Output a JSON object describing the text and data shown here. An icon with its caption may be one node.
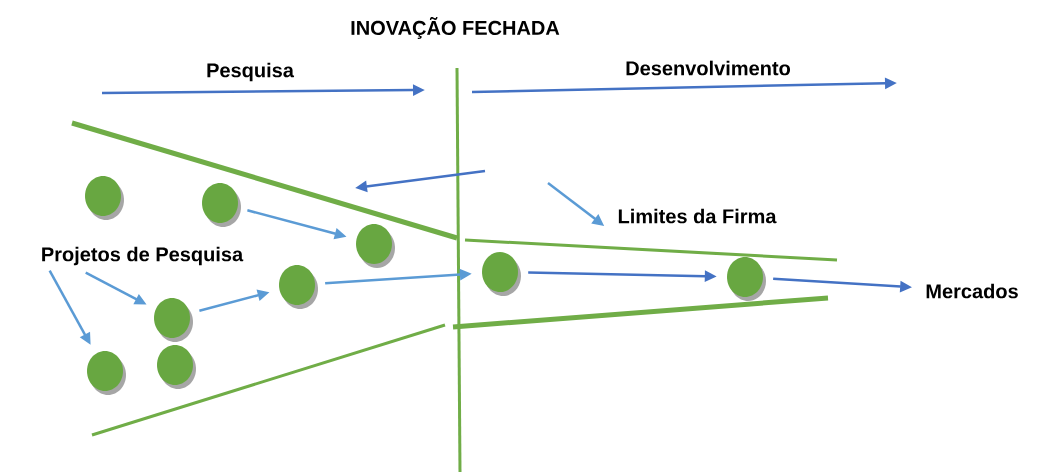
{
  "diagram": {
    "title": "INOVAÇÃO FECHADA",
    "nodes": [
      {
        "text": [],
        "shape": "circle"
      },
      {
        "text": [],
        "shape": "circle"
      },
      {
        "text": [
          "Limites da Firma"
        ]
      },
      {
        "text": [],
        "shape": "circle"
      },
      {
        "text": [
          "Projetos de Pesquisa"
        ]
      },
      {
        "text": [],
        "shape": "circle"
      },
      {
        "text": [],
        "shape": "circle"
      },
      {
        "text": [],
        "shape": "circle"
      },
      {
        "text": [
          "Mercados"
        ]
      },
      {
        "text": [],
        "shape": "circle"
      },
      {
        "text": [],
        "shape": "circle"
      },
      {
        "text": [],
        "shape": "circle"
      }
    ],
    "edges": [
      {
        "from": 1,
        "to": 3,
        "arrow": "to"
      },
      {
        "from": null,
        "to": 2,
        "arrow": "to"
      },
      {
        "from": 4,
        "to": 9,
        "arrow": "to"
      },
      {
        "from": 4,
        "to": 11,
        "arrow": "to"
      },
      {
        "from": 9,
        "to": 5,
        "arrow": "to"
      },
      {
        "from": 5,
        "to": 6,
        "arrow": "to"
      },
      {
        "from": 6,
        "to": 7,
        "arrow": "to",
        "color": "#4472c4"
      },
      {
        "from": 7,
        "to": 8,
        "arrow": "to",
        "color": "#4472c4"
      }
    ],
    "labels": [
      "Pesquisa",
      "Desenvolvimento"
    ]
  }
}
